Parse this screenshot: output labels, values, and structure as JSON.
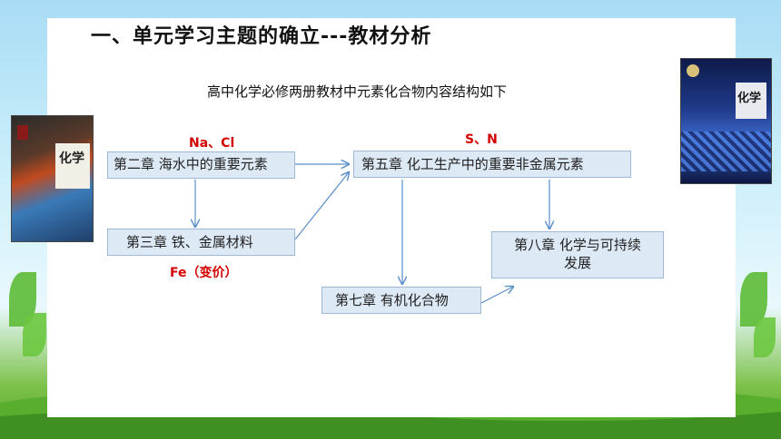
{
  "slide": {
    "title": "一、单元学习主题的确立---教材分析",
    "subtitle": "高中化学必修两册教材中元素化合物内容结构如下"
  },
  "diagram": {
    "nodes": {
      "ch2": "第二章 海水中的重要元素",
      "ch3": "第三章 铁、金属材料",
      "ch5": "第五章 化工生产中的重要非金属元素",
      "ch7": "第七章 有机化合物",
      "ch8": "第八章 化学与可持续发展"
    },
    "annotations": {
      "na_cl": "Na、Cl",
      "s_n": "S、N",
      "fe": "Fe（变价）"
    }
  },
  "books": {
    "left_title": "化学",
    "right_title": "化学"
  },
  "colors": {
    "box_fill": "#dde9f5",
    "arrow": "#5b8fc9",
    "annotation": "#d40000"
  }
}
